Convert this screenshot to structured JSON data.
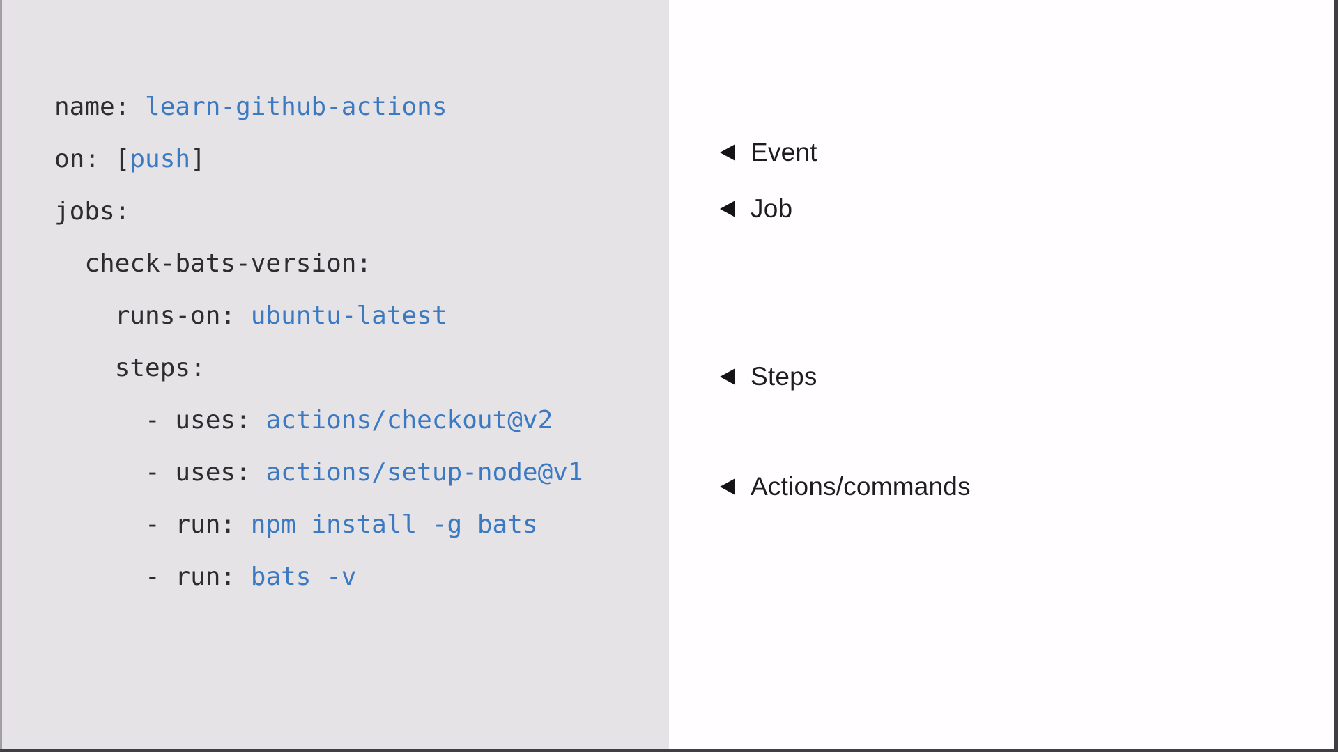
{
  "colors": {
    "panel_gray": "#e6e3e7",
    "panel_white": "#fffdff",
    "key_dark": "#2d2d30",
    "value_blue": "#3b7ac2",
    "annotation_black": "#1d1d1d"
  },
  "code": {
    "language": "yaml",
    "lines": [
      [
        {
          "t": "name: ",
          "c": "k"
        },
        {
          "t": "learn-github-actions",
          "c": "v"
        }
      ],
      [
        {
          "t": "on: [",
          "c": "k"
        },
        {
          "t": "push",
          "c": "v"
        },
        {
          "t": "]",
          "c": "k"
        }
      ],
      [
        {
          "t": "jobs:",
          "c": "k"
        }
      ],
      [
        {
          "t": "  check-bats-version:",
          "c": "k"
        }
      ],
      [
        {
          "t": "    runs-on: ",
          "c": "k"
        },
        {
          "t": "ubuntu-latest",
          "c": "v"
        }
      ],
      [
        {
          "t": "    steps:",
          "c": "k"
        }
      ],
      [
        {
          "t": "      - uses: ",
          "c": "k"
        },
        {
          "t": "actions/checkout@v2",
          "c": "v"
        }
      ],
      [
        {
          "t": "      - uses: ",
          "c": "k"
        },
        {
          "t": "actions/setup-node@v1",
          "c": "v"
        }
      ],
      [
        {
          "t": "      - run: ",
          "c": "k"
        },
        {
          "t": "npm install -g bats",
          "c": "v"
        }
      ],
      [
        {
          "t": "      - run: ",
          "c": "k"
        },
        {
          "t": "bats -v",
          "c": "v"
        }
      ]
    ]
  },
  "annotations": [
    {
      "label": "Event"
    },
    {
      "label": "Job"
    },
    {
      "label": "Steps"
    },
    {
      "label": "Actions/commands"
    }
  ]
}
